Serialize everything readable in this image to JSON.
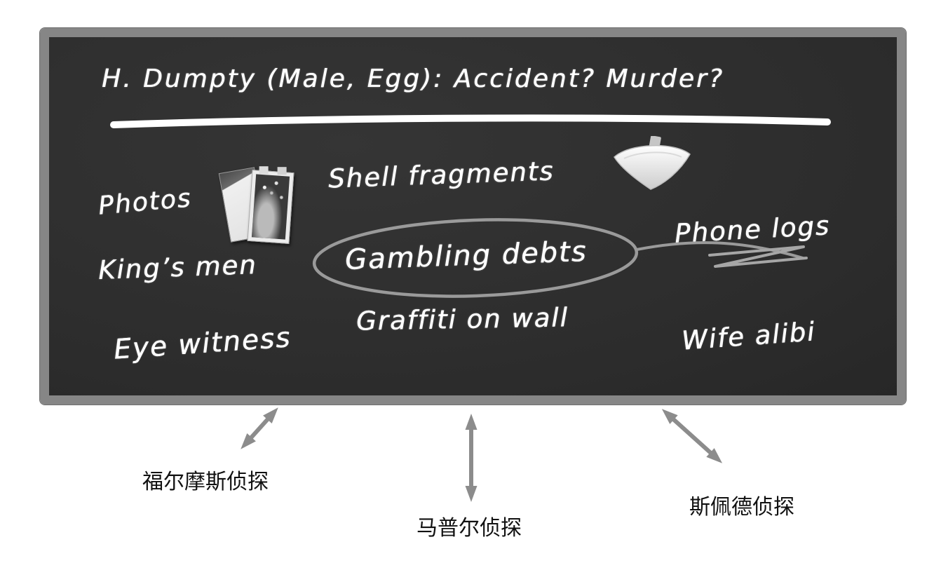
{
  "board": {
    "title": "H. Dumpty (Male, Egg): Accident? Murder?",
    "evidence": {
      "photos": "Photos",
      "shell_fragments": "Shell fragments",
      "kings_men": "King’s men",
      "gambling_debts": "Gambling debts",
      "phone_logs": "Phone logs",
      "graffiti_on_wall": "Graffiti on wall",
      "eye_witness": "Eye witness",
      "wife_alibi": "Wife alibi"
    },
    "highlight": {
      "circled_item": "Gambling debts"
    }
  },
  "detectives": {
    "holmes": "福尔摩斯侦探",
    "marple": "马普尔侦探",
    "spade": "斯佩德侦探"
  },
  "icons": {
    "photos": "crime-photos-icon",
    "shell_fragment": "shell-fragment-icon"
  },
  "colors": {
    "board_background": "#2e2e2e",
    "board_frame": "#868686",
    "chalk": "#ffffff",
    "annotation_gray": "#9a9a9a",
    "arrow_gray": "#8c8c8c",
    "label_text": "#111111"
  }
}
